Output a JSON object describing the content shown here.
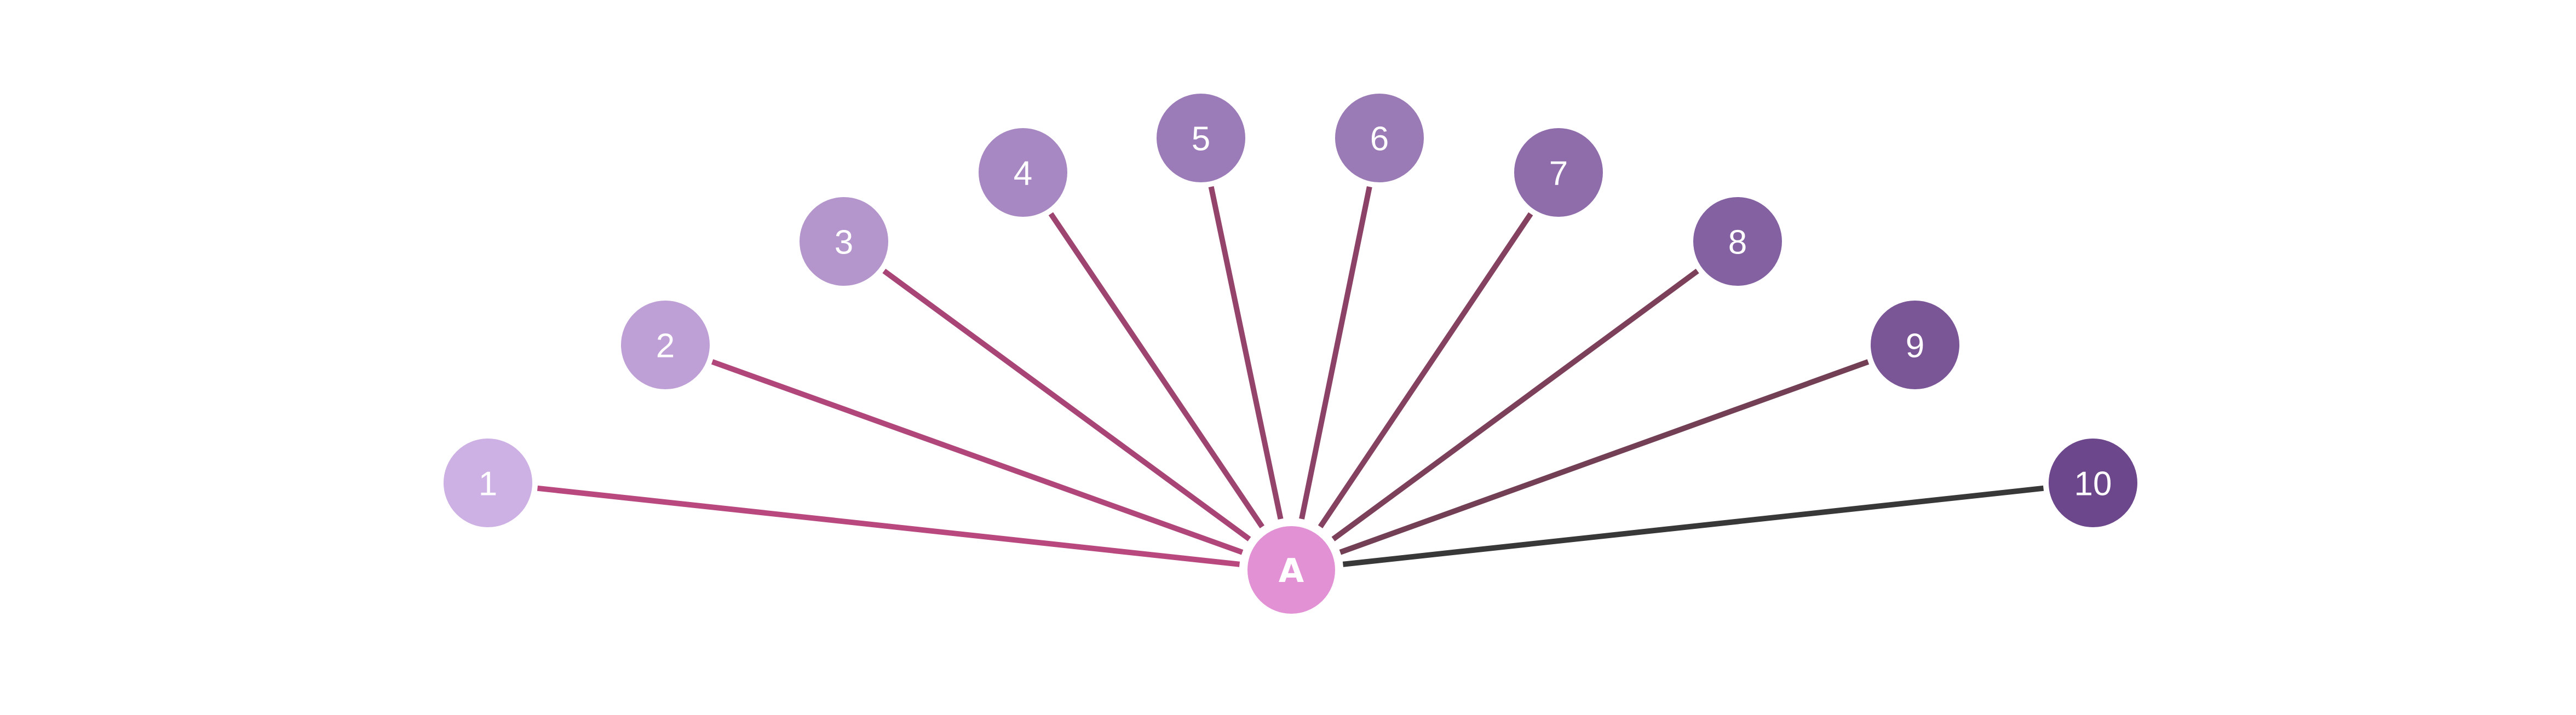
{
  "hub": {
    "label": "A",
    "color": "#E291D4"
  },
  "nodes": [
    {
      "label": "1",
      "color": "#CDB0E4",
      "edge_color": "#B8487E"
    },
    {
      "label": "2",
      "color": "#BFA0D6",
      "edge_color": "#B0467A"
    },
    {
      "label": "3",
      "color": "#B495CC",
      "edge_color": "#A84576"
    },
    {
      "label": "4",
      "color": "#A788C2",
      "edge_color": "#9E4470"
    },
    {
      "label": "5",
      "color": "#9C7CB8",
      "edge_color": "#94436A"
    },
    {
      "label": "6",
      "color": "#9B7BB6",
      "edge_color": "#8C4266"
    },
    {
      "label": "7",
      "color": "#8F6DAB",
      "edge_color": "#844160"
    },
    {
      "label": "8",
      "color": "#8462A2",
      "edge_color": "#7C405A"
    },
    {
      "label": "9",
      "color": "#7A5697",
      "edge_color": "#723F54"
    },
    {
      "label": "10",
      "color": "#6C478C",
      "edge_color": "#383838"
    }
  ]
}
